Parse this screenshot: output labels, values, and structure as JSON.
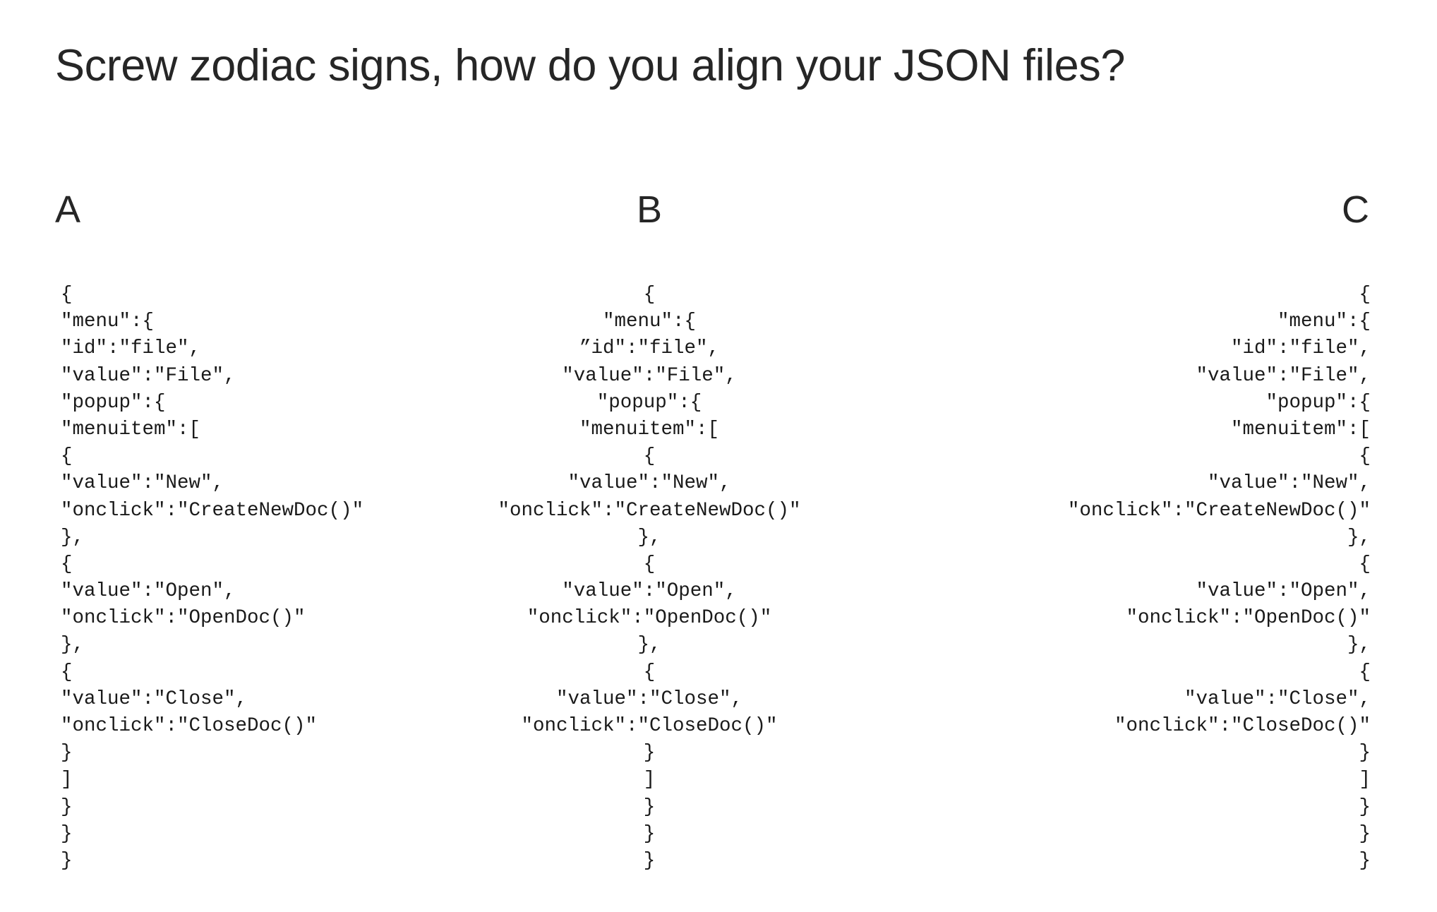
{
  "slide": {
    "title": "Screw zodiac signs, how do you align your JSON files?",
    "background_color": "#ffffff",
    "text_color": "#262626",
    "code_color": "#1a1a1a"
  },
  "columns": [
    {
      "header": "A",
      "alignment": "left",
      "lines": [
        "{",
        "\"menu\":{",
        "\"id\":\"file\",",
        "\"value\":\"File\",",
        "\"popup\":{",
        "\"menuitem\":[",
        "{",
        "\"value\":\"New\",",
        "\"onclick\":\"CreateNewDoc()\"",
        "},",
        "{",
        "\"value\":\"Open\",",
        "\"onclick\":\"OpenDoc()\"",
        "},",
        "{",
        "\"value\":\"Close\",",
        "\"onclick\":\"CloseDoc()\"",
        "}",
        "]",
        "}",
        "}",
        "}"
      ]
    },
    {
      "header": "B",
      "alignment": "center",
      "lines": [
        "{",
        "\"menu\":{",
        "”id\":\"file\",",
        "\"value\":\"File\",",
        "\"popup\":{",
        "\"menuitem\":[",
        "{",
        "\"value\":\"New\",",
        "\"onclick\":\"CreateNewDoc()\"",
        "},",
        "{",
        "\"value\":\"Open\",",
        "\"onclick\":\"OpenDoc()\"",
        "},",
        "{",
        "\"value\":\"Close\",",
        "\"onclick\":\"CloseDoc()\"",
        "}",
        "]",
        "}",
        "}",
        "}"
      ]
    },
    {
      "header": "C",
      "alignment": "right",
      "lines": [
        "{",
        "\"menu\":{",
        "\"id\":\"file\",",
        "\"value\":\"File\",",
        "\"popup\":{",
        "\"menuitem\":[",
        "{",
        "\"value\":\"New\",",
        "\"onclick\":\"CreateNewDoc()\"",
        "},",
        "{",
        "\"value\":\"Open\",",
        "\"onclick\":\"OpenDoc()\"",
        "},",
        "{",
        "\"value\":\"Close\",",
        "\"onclick\":\"CloseDoc()\"",
        "}",
        "]",
        "}",
        "}",
        "}"
      ]
    }
  ]
}
